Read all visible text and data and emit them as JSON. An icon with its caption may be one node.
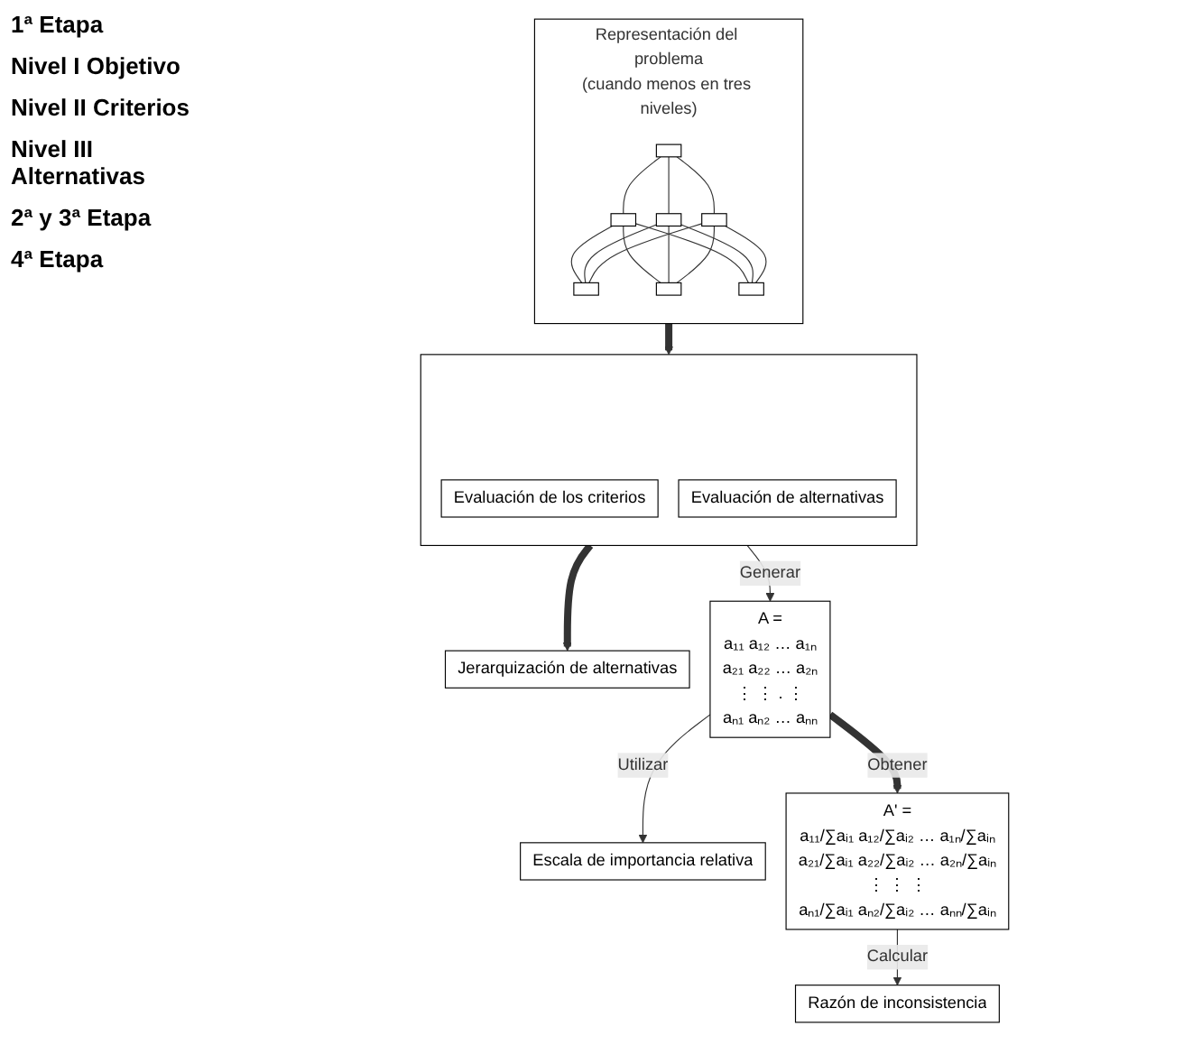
{
  "diagram": {
    "nodes": [
      {
        "text": [
          "Representación del problema",
          "(cuando menos en tres niveles)"
        ]
      },
      {
        "text": [],
        "shape": "box",
        "in": 0
      },
      {
        "text": [],
        "shape": "box",
        "in": 0
      },
      {
        "text": [],
        "shape": "box",
        "in": 0
      },
      {
        "text": [],
        "shape": "box",
        "in": 0
      },
      {
        "text": [],
        "shape": "box",
        "in": 0
      },
      {
        "text": [],
        "shape": "box",
        "in": 0
      },
      {
        "text": [],
        "shape": "box",
        "in": 0
      },
      {
        "text": [],
        "shape": "box"
      },
      {
        "text": [
          "Evaluación de los criterios"
        ],
        "in": 8
      },
      {
        "text": [
          "Evaluación de alternativas"
        ],
        "in": 8
      },
      {
        "text": [
          "Jerarquización de alternativas"
        ]
      },
      {
        "text": [
          "Escala de importancia relativa"
        ]
      },
      {
        "text": [
          "A =",
          "a₁₁ a₁₂ … a₁ₙ",
          "a₂₁ a₂₂ … a₂ₙ",
          "⋮ ⋮ . ⋮",
          "aₙ₁ aₙ₂ … aₙₙ"
        ]
      },
      {
        "text": [
          "A' =",
          "a₁₁/∑aᵢ₁ a₁₂/∑aᵢ₂ … a₁ₙ/∑aᵢₙ",
          "a₂₁/∑aᵢ₁ a₂₂/∑aᵢ₂ … a₂ₙ/∑aᵢₙ",
          "⋮ ⋮ ⋮",
          "aₙ₁/∑aᵢ₁ aₙ₂/∑aᵢ₂ … aₙₙ/∑aᵢₙ"
        ]
      },
      {
        "text": [
          "Razón de inconsistencia"
        ]
      }
    ],
    "edges": [
      {
        "from": 1,
        "to": 2,
        "arrow": "none"
      },
      {
        "from": 1,
        "to": 3,
        "arrow": "none"
      },
      {
        "from": 1,
        "to": 4,
        "arrow": "none"
      },
      {
        "from": 2,
        "to": 5,
        "arrow": "none"
      },
      {
        "from": 2,
        "to": 6,
        "arrow": "none"
      },
      {
        "from": 2,
        "to": 7,
        "arrow": "none"
      },
      {
        "from": 3,
        "to": 5,
        "arrow": "none"
      },
      {
        "from": 3,
        "to": 6,
        "arrow": "none"
      },
      {
        "from": 3,
        "to": 7,
        "arrow": "none"
      },
      {
        "from": 4,
        "to": 5,
        "arrow": "none"
      },
      {
        "from": 4,
        "to": 6,
        "arrow": "none"
      },
      {
        "from": 4,
        "to": 7,
        "arrow": "none"
      },
      {
        "from": 0,
        "to": 8,
        "arrow": "to",
        "style": "thick"
      },
      {
        "from": 8,
        "to": 11,
        "arrow": "to",
        "style": "thick"
      },
      {
        "from": 8,
        "to": 13,
        "arrow": "to",
        "label": "Generar"
      },
      {
        "from": 13,
        "to": 12,
        "arrow": "to",
        "label": "Utilizar"
      },
      {
        "from": 13,
        "to": 14,
        "arrow": "to",
        "label": "Obtener",
        "style": "thick"
      },
      {
        "from": 14,
        "to": 15,
        "arrow": "to",
        "label": "Calcular"
      }
    ],
    "labels": [
      "1ª Etapa",
      "Nivel I Objetivo",
      "Nivel II Criterios",
      "Nivel III Alternativas",
      "2ª y 3ª Etapa",
      "4ª Etapa"
    ]
  }
}
